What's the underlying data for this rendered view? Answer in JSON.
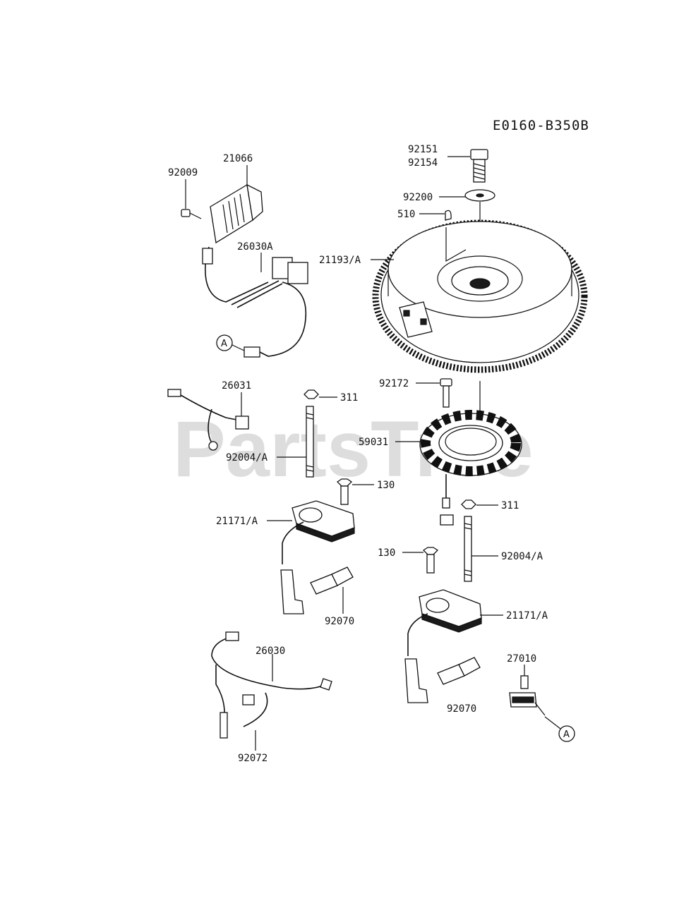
{
  "diagram_code": "E0160-B350B",
  "watermark": "PartsTree",
  "connector_ref": "A",
  "part_labels": {
    "p92151": "92151",
    "p92154": "92154",
    "p92200": "92200",
    "p510": "510",
    "p21066": "21066",
    "p92009": "92009",
    "p26030A": "26030A",
    "p21193A": "21193/A",
    "p26031": "26031",
    "p311a": "311",
    "p92004Aa": "92004/A",
    "p92172": "92172",
    "p59031": "59031",
    "p130a": "130",
    "p21171Aa": "21171/A",
    "p311b": "311",
    "p130b": "130",
    "p92004Ab": "92004/A",
    "p92070a": "92070",
    "p21171Ab": "21171/A",
    "p26030": "26030",
    "p27010": "27010",
    "p92070b": "92070",
    "p92072": "92072"
  }
}
